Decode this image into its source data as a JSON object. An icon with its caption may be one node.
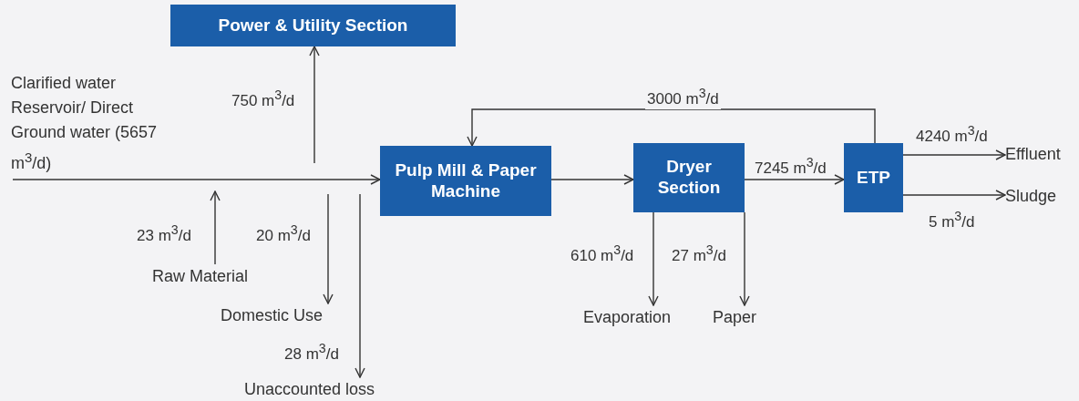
{
  "diagram": {
    "nodes": [
      {
        "text": [
          "Power & Utility Section"
        ]
      },
      {
        "text": [
          "Clarified water Reservoir/ Direct Ground water (5657 m$^{3}$/d)"
        ]
      },
      {
        "text": [
          "Pulp Mill & Paper Machine"
        ]
      },
      {
        "text": [
          "Dryer Section"
        ]
      },
      {
        "text": [
          "ETP"
        ]
      },
      {
        "text": [
          "Effluent"
        ]
      },
      {
        "text": [
          "Sludge"
        ]
      },
      {
        "text": [
          "Raw Material"
        ]
      },
      {
        "text": [
          "Domestic Use"
        ]
      },
      {
        "text": [
          "Unaccounted loss"
        ]
      },
      {
        "text": [
          "Evaporation"
        ]
      },
      {
        "text": [
          "Paper"
        ]
      }
    ],
    "edges": [
      {
        "from": 1,
        "to": 2,
        "arrow": "to"
      },
      {
        "from": null,
        "to": 0,
        "arrow": "to",
        "label": "750 m$^{3}$/d"
      },
      {
        "from": 7,
        "to": null,
        "arrow": "to",
        "label": "23 m$^{3}$/d"
      },
      {
        "from": null,
        "to": 8,
        "arrow": "to",
        "label": "20 m$^{3}$/d"
      },
      {
        "from": null,
        "to": 9,
        "arrow": "to",
        "label": "28 m$^{3}$/d"
      },
      {
        "from": 2,
        "to": 3,
        "arrow": "to"
      },
      {
        "from": 3,
        "to": 4,
        "arrow": "to",
        "label": "7245 m$^{3}$/d"
      },
      {
        "from": 4,
        "to": 2,
        "arrow": "to",
        "label": "3000 m$^{3}$/d"
      },
      {
        "from": 4,
        "to": 5,
        "arrow": "to",
        "label": "4240 m$^{3}$/d"
      },
      {
        "from": 4,
        "to": 6,
        "arrow": "to",
        "label": "5 m$^{3}$/d"
      },
      {
        "from": 3,
        "to": 10,
        "arrow": "to",
        "label": "610 m$^{3}$/d"
      },
      {
        "from": 3,
        "to": 11,
        "arrow": "to",
        "label": "27 m$^{3}$/d"
      }
    ]
  }
}
